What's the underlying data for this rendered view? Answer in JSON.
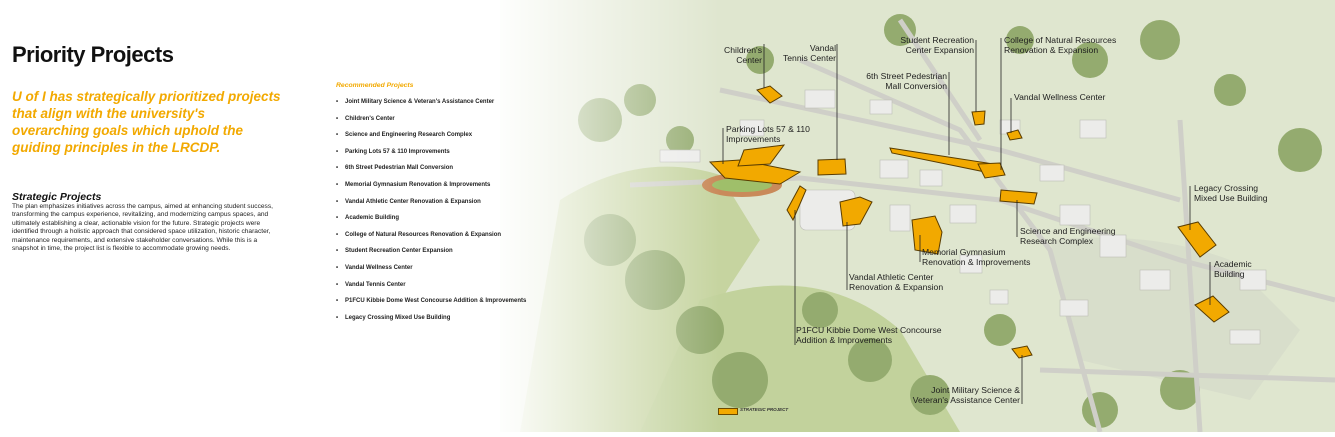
{
  "title": "Priority Projects",
  "intro": "U of I has strategically prioritized projects that align with the university's overarching goals which uphold the guiding principles in the LRCDP.",
  "strategic": {
    "heading": "Strategic Projects",
    "body": "The plan emphasizes initiatives across the campus, aimed at enhancing student success, transforming the campus experience, revitalizing, and modernizing campus spaces, and ultimately establishing a clear, actionable vision for the future. Strategic projects were identified through a holistic approach that considered space utilization, historic character, maintenance requirements, and extensive stakeholder conversations. While this is a snapshot in time, the project list is flexible to accommodate growing needs."
  },
  "recommended": {
    "heading": "Recommended Projects",
    "items": [
      "Joint Military Science & Veteran's Assistance Center",
      "Children's Center",
      "Science and Engineering Research Complex",
      "Parking Lots 57 & 110 Improvements",
      "6th Street Pedestrian Mall Conversion",
      "Memorial Gymnasium Renovation & Improvements",
      "Vandal Athletic Center Renovation & Expansion",
      "Academic Building",
      "College of Natural Resources Renovation & Expansion",
      "Student Recreation Center Expansion",
      "Vandal Wellness Center",
      "Vandal Tennis Center",
      "P1FCU Kibbie Dome West Concourse Addition & Improvements",
      "Legacy Crossing Mixed Use Building"
    ]
  },
  "map": {
    "labels": {
      "childrens_center": [
        "Children's",
        "Center"
      ],
      "tennis_center": [
        "Vandal",
        "Tennis Center"
      ],
      "rec_center": [
        "Student Recreation",
        "Center Expansion"
      ],
      "natural_resources": [
        "College of Natural Resources",
        "Renovation & Expansion"
      ],
      "pedestrian_mall": [
        "6th Street Pedestrian",
        "Mall Conversion"
      ],
      "wellness_center": [
        "Vandal Wellness Center"
      ],
      "parking_lots": [
        "Parking Lots 57 & 110",
        "Improvements"
      ],
      "legacy_crossing": [
        "Legacy Crossing",
        "Mixed Use Building"
      ],
      "science_engineering": [
        "Science and Engineering",
        "Research Complex"
      ],
      "memorial_gym": [
        "Memorial Gymnasium",
        "Renovation & Improvements"
      ],
      "academic_building": [
        "Academic",
        "Building"
      ],
      "athletic_center": [
        "Vandal Athletic Center",
        "Renovation & Expansion"
      ],
      "kibbie_dome": [
        "P1FCU Kibbie Dome West Concourse",
        "Addition & Improvements"
      ],
      "joint_military": [
        "Joint Military Science &",
        "Veteran's Assistance Center"
      ]
    },
    "legend": "STRATEGIC PROJECT",
    "colors": {
      "highlight": "#f2a900",
      "highlight_stroke": "#5a3d00",
      "grass": "#c9d6a6",
      "tree": "#8ea56a",
      "building": "#e6e6e2",
      "road": "#d9d9d4"
    }
  }
}
